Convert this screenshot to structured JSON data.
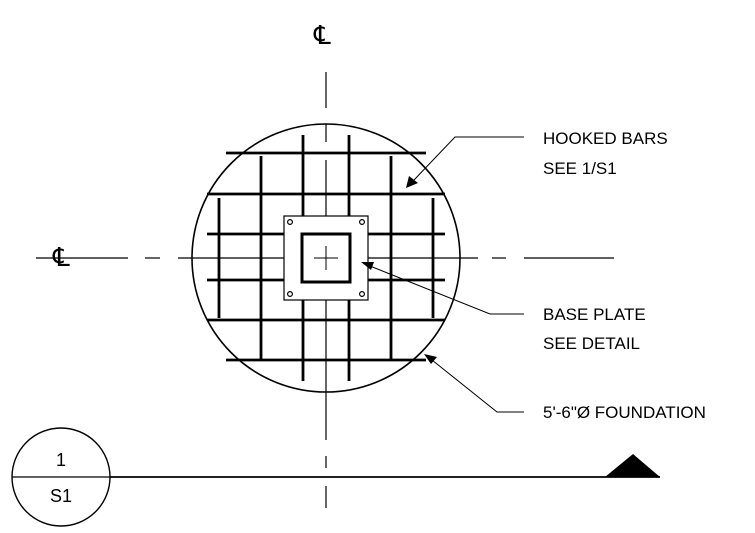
{
  "drawing": {
    "centerline_symbol": "℄",
    "callouts": {
      "hooked_bars": {
        "line1": "HOOKED BARS",
        "line2": "SEE 1/S1"
      },
      "base_plate": {
        "line1": "BASE PLATE",
        "line2": "SEE DETAIL"
      },
      "foundation": {
        "text": "5'-6\"Ø FOUNDATION"
      }
    },
    "detail_tag": {
      "number": "1",
      "sheet": "S1"
    }
  }
}
